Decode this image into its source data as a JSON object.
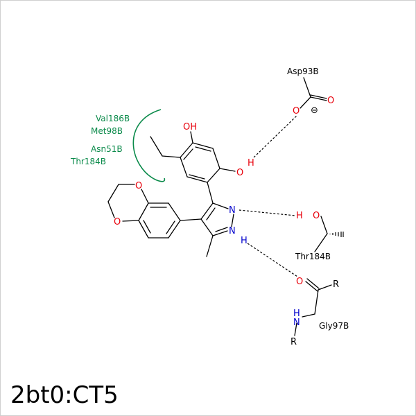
{
  "caption": "2bt0:CT5",
  "colors": {
    "oxygen": "#e8000b",
    "nitrogen": "#0000cc",
    "bond": "#000000",
    "hydrophobic": "#0a8a4a",
    "hbond": "#000000"
  },
  "atoms": {
    "oh_top": "OH",
    "o_phenol": "O",
    "h_phenol": "H",
    "o_dioxane_top": "O",
    "o_dioxane_bottom": "O",
    "n_pyrazole_top": "N",
    "n_pyrazole_bottom": "N",
    "h_pyrazole": "H",
    "asp_o_carbonyl": "O",
    "asp_o_anion": "O",
    "charge_minus": "⊖",
    "thr_o": "O",
    "thr_h": "H",
    "gly_o": "O",
    "gly_r_top": "R",
    "gly_nh": "H",
    "gly_n": "N",
    "gly_r_bottom": "R"
  },
  "residues": {
    "asp": "Asp93B",
    "thr": "Thr184B",
    "gly": "Gly97B",
    "hydrophobic_contacts": [
      "Val186B",
      "Met98B",
      "Asn51B",
      "Thr184B"
    ]
  }
}
